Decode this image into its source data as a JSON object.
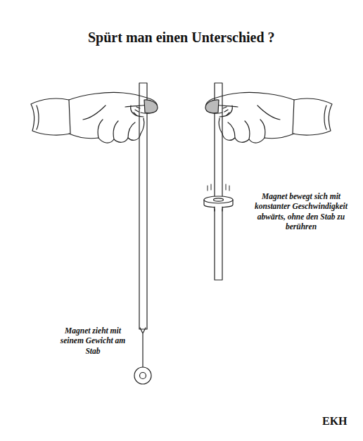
{
  "diagram": {
    "title": "Spürt man einen Unterschied ?",
    "labels": [
      "Magnet zieht mit seinem Gewicht am Stab",
      "Magnet bewegt sich mit konstanter Geschwindigkeit abwärts, ohne den Stab zu berühren",
      "EKH"
    ]
  }
}
